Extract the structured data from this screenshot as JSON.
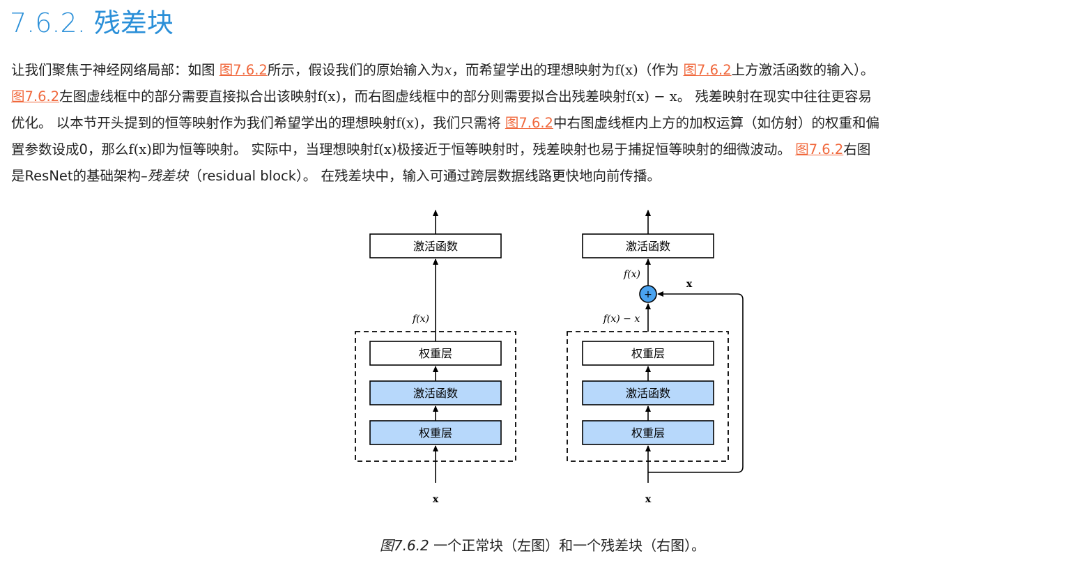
{
  "section": {
    "title": "7.6.2. 残差块"
  },
  "paragraph": {
    "l1": {
      "a": "让我们聚焦于神经网络局部：如图 ",
      "ref1": "图7.6.2",
      "b": "所示，假设我们的原始输入为",
      "m1": "x",
      "c": "，而希望学出的理想映射为",
      "m2": "f(x)",
      "d": "（作为 ",
      "ref2": "图7.6.2",
      "e": "上方激活函数的输入）。"
    },
    "l2": {
      "ref": "图7.6.2",
      "a": "左图虚线框中的部分需要直接拟合出该映射",
      "m1": "f(x)",
      "b": "，而右图虚线框中的部分则需要拟合出残差映射",
      "m2": "f(x) − x",
      "c": "。 残差映射在现实中往往更容易"
    },
    "l3": {
      "a": "优化。 以本节开头提到的恒等映射作为我们希望学出的理想映射",
      "m1": "f(x)",
      "b": "，我们只需将 ",
      "ref": "图7.6.2",
      "c": "中右图虚线框内上方的加权运算（如仿射）的权重和偏"
    },
    "l4": {
      "a": "置参数设成0，那么",
      "m1": "f(x)",
      "b": "即为恒等映射。 实际中，当理想映射",
      "m2": "f(x)",
      "c": "极接近于恒等映射时，残差映射也易于捕捉恒等映射的细微波动。 ",
      "ref": "图7.6.2",
      "d": "右图"
    },
    "l5": {
      "a": "是ResNet的基础架构–",
      "em": "残差块",
      "b": "（residual block）。 在残差块中，输入可通过跨层数据线路更快地向前传播。"
    }
  },
  "figure": {
    "left": {
      "activation_top": "激活函数",
      "fx_label": "f(x)",
      "weight_upper": "权重层",
      "activation_mid": "激活函数",
      "weight_lower": "权重层",
      "input": "x"
    },
    "right": {
      "activation_top": "激活函数",
      "fx_label": "f(x)",
      "plus": "+",
      "skip_label": "x",
      "residual_label": "f(x) − x",
      "weight_upper": "权重层",
      "activation_mid": "激活函数",
      "weight_lower": "权重层",
      "input": "x"
    },
    "colors": {
      "box_fill": "#ffffff",
      "highlight_fill": "#b7d8fb",
      "adder_fill": "#4aa3f0",
      "stroke": "#000000"
    }
  },
  "caption": {
    "number": "图7.6.2",
    "text": "一个正常块（左图）和一个残差块（右图）。"
  }
}
